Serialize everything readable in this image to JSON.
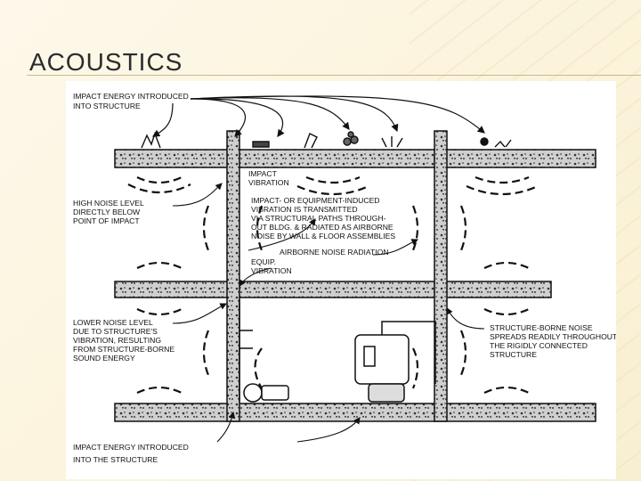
{
  "slide": {
    "title": "ACOUSTICS"
  },
  "diagram": {
    "labels": {
      "impact_top_1": "IMPACT ENERGY INTRODUCED",
      "impact_top_2": "INTO STRUCTURE",
      "high_noise_1": "HIGH NOISE LEVEL",
      "high_noise_2": "DIRECTLY BELOW",
      "high_noise_3": "POINT OF IMPACT",
      "impact_vib_1": "IMPACT",
      "impact_vib_2": "VIBRATION",
      "center_1": "IMPACT- OR EQUIPMENT-INDUCED",
      "center_2": "VIBRATION IS TRANSMITTED",
      "center_3": "VIA STRUCTURAL PATHS THROUGH-",
      "center_4": "OUT BLDG. & RADIATED AS AIRBORNE",
      "center_5": "NOISE BY WALL & FLOOR ASSEMBLIES",
      "airborne": "AIRBORNE NOISE RADIATION",
      "equip_1": "EQUIP.",
      "equip_2": "VIBRATION",
      "lower_1": "LOWER NOISE LEVEL",
      "lower_2": "DUE TO STRUCTURE'S",
      "lower_3": "VIBRATION, RESULTING",
      "lower_4": "FROM STRUCTURE-BORNE",
      "lower_5": "SOUND ENERGY",
      "struct_1": "STRUCTURE-BORNE NOISE",
      "struct_2": "SPREADS READILY THROUGHOUT",
      "struct_3": "THE RIGIDLY CONNECTED",
      "struct_4": "STRUCTURE",
      "impact_bottom_1": "IMPACT ENERGY INTRODUCED",
      "impact_bottom_2": "INTO THE STRUCTURE"
    }
  }
}
